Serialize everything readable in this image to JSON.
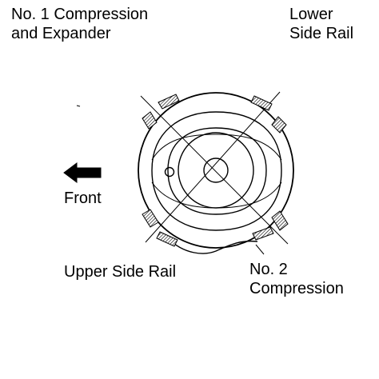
{
  "labels": {
    "no1_line1": "No. 1 Compression",
    "no1_line2": "and Expander",
    "lower_line1": "Lower",
    "lower_line2": "Side Rail",
    "front": "Front",
    "upper": "Upper Side Rail",
    "no2_line1": "No. 2",
    "no2_line2": "Compression"
  },
  "icons": {
    "front_arrow": "left-arrow-icon"
  }
}
